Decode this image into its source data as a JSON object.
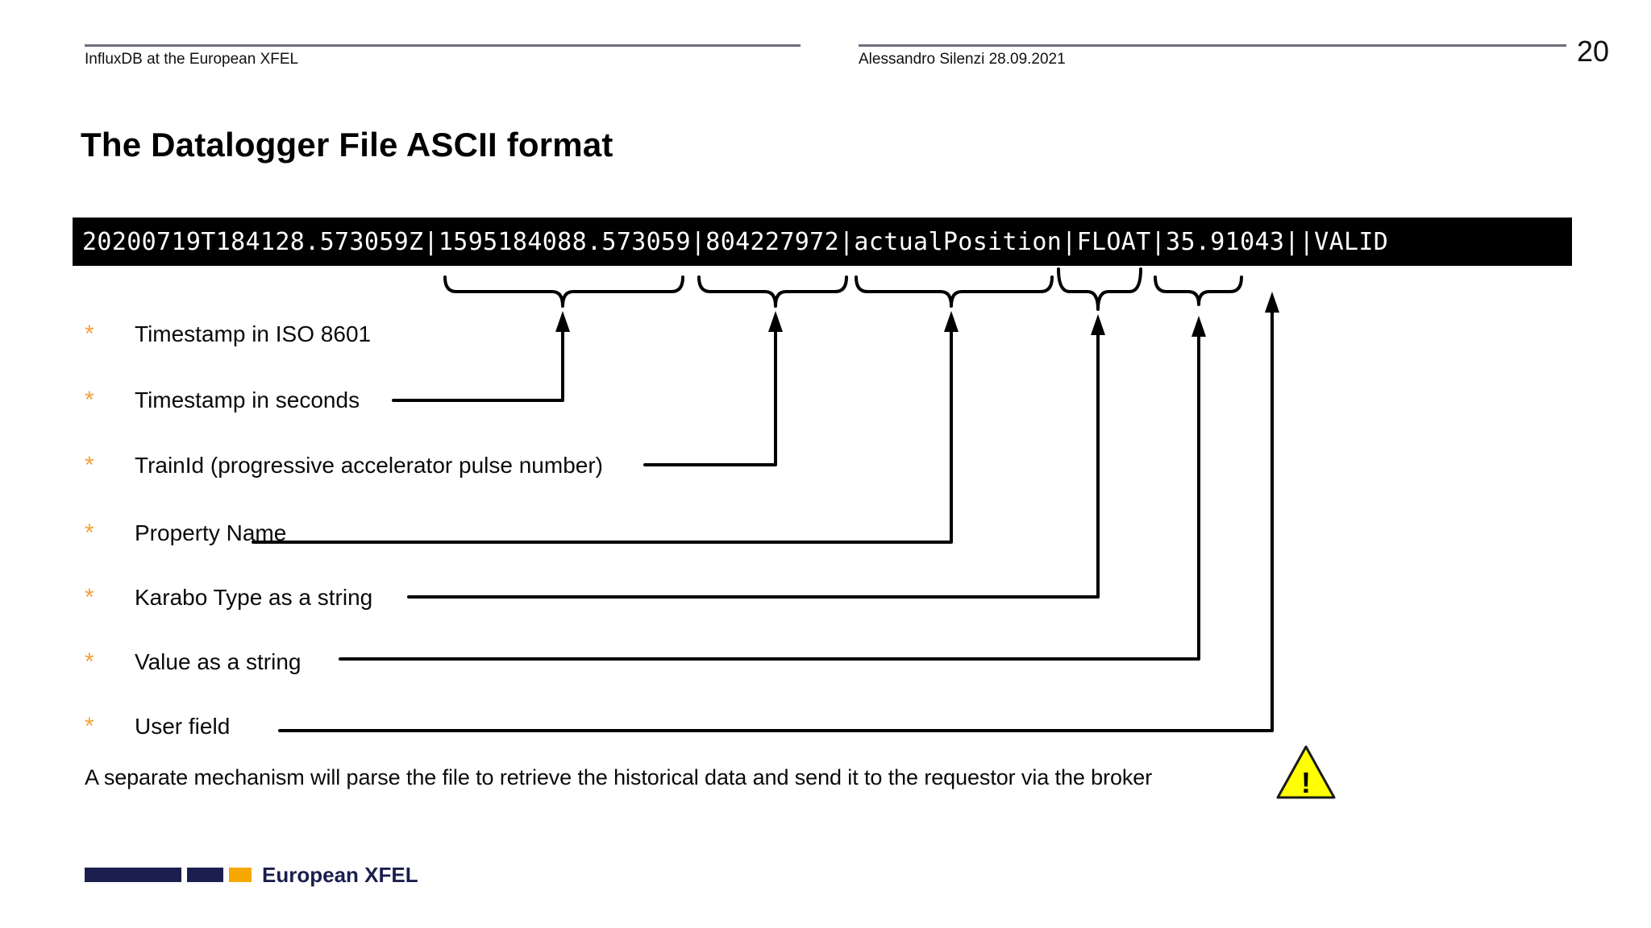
{
  "header": {
    "left_title": "InfluxDB at the European XFEL",
    "author_date": "Alessandro Silenzi 28.09.2021",
    "page_number": "20"
  },
  "slide": {
    "title": "The Datalogger File ASCII format",
    "log_line": "20200719T184128.573059Z|1595184088.573059|804227972|actualPosition|FLOAT|35.91043||VALID",
    "log_fields": {
      "timestamp_iso": "20200719T184128.573059Z",
      "timestamp_seconds": "1595184088.573059",
      "train_id": "804227972",
      "property_name": "actualPosition",
      "karabo_type": "FLOAT",
      "value": "35.91043",
      "user_field": "",
      "flag": "VALID"
    },
    "bullets": [
      {
        "marker": "*",
        "label": "Timestamp in ISO 8601"
      },
      {
        "marker": "*",
        "label": "Timestamp in seconds"
      },
      {
        "marker": "*",
        "label": "TrainId (progressive accelerator pulse number)"
      },
      {
        "marker": "*",
        "label": "Property Name"
      },
      {
        "marker": "*",
        "label": "Karabo Type as a string"
      },
      {
        "marker": "*",
        "label": "Value as a string"
      },
      {
        "marker": "*",
        "label": "User field"
      }
    ],
    "note": "A separate mechanism will parse the file to retrieve the historical data and send it to the requestor via the broker",
    "warning_char": "!"
  },
  "footer": {
    "brand": "European XFEL"
  },
  "colors": {
    "banner_bg": "#000000",
    "banner_text": "#ffffff",
    "bullet_accent": "#f0a23c",
    "brand_navy": "#1b1f4d",
    "brand_orange": "#f6a800",
    "header_rule": "#6e6e80",
    "warning_fill": "#ffff00"
  }
}
